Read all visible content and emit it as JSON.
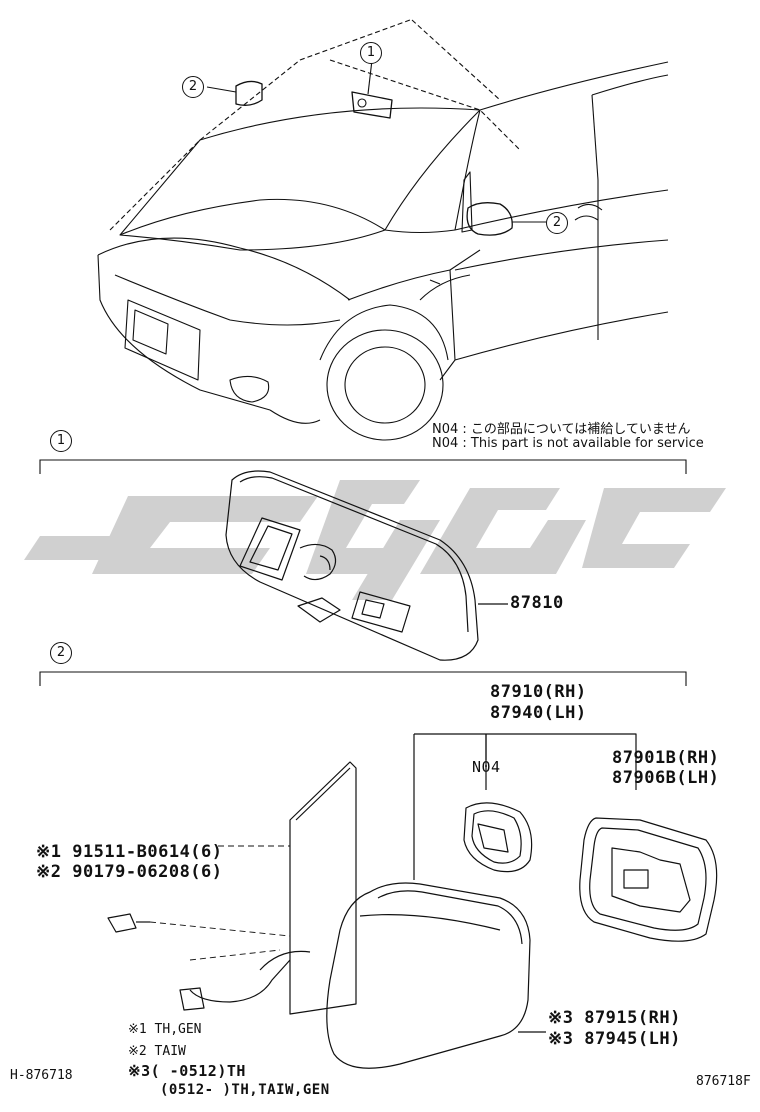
{
  "diagram": {
    "callouts": {
      "one": "1",
      "two": "2"
    },
    "notes": {
      "jp": "N04 : この部品については補給していません",
      "en": "N04 : This part is not available for service"
    },
    "parts": {
      "inner_mirror": "87810",
      "outer_mirror_rh": "87910(RH)",
      "outer_mirror_lh": "87940(LH)",
      "n04_tag": "N04",
      "mirror_glass_rh": "87901B(RH)",
      "mirror_glass_lh": "87906B(LH)",
      "screw_1": "※1 91511-B0614(6)",
      "screw_2": "※2 90179-06208(6)",
      "cover_rh": "※3 87915(RH)",
      "cover_lh": "※3 87945(LH)"
    },
    "footnotes": {
      "f1": "※1 TH,GEN",
      "f2": "※2 TAIW",
      "f3": "※3(      -0512)TH",
      "f4": "(0512-       )TH,TAIW,GEN"
    },
    "codes": {
      "left": "H-876718",
      "right": "876718F"
    },
    "colors": {
      "line": "#111111",
      "watermark": "#c8c8c8"
    }
  }
}
